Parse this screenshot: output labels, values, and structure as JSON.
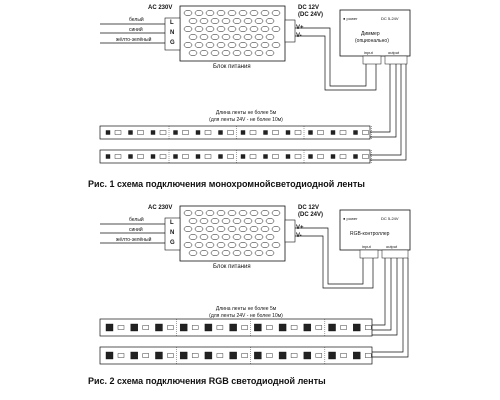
{
  "diagram1": {
    "ac_label": "AC 230V",
    "wire_labels": [
      "белый",
      "синий",
      "жёлто-зелёный"
    ],
    "terminal_labels": [
      "L",
      "N",
      "G"
    ],
    "dc_label_1": "DC 12V",
    "dc_label_2": "(DC 24V)",
    "output_labels": [
      "V+",
      "V-"
    ],
    "psu_label": "Блок питания",
    "controller_power": "power",
    "controller_range": "DC 5-24V",
    "controller_name_1": "Диммер",
    "controller_name_2": "(опционально)",
    "controller_input": "input",
    "controller_output": "output",
    "length_note_1": "Длина ленты не более 5м",
    "length_note_2": "(для ленты 24V - не более 10м)",
    "caption": "Рис. 1 схема подключения монохромнойсветодиодной ленты"
  },
  "diagram2": {
    "ac_label": "AC 230V",
    "wire_labels": [
      "белый",
      "синий",
      "жёлто-зелёный"
    ],
    "terminal_labels": [
      "L",
      "N",
      "G"
    ],
    "dc_label_1": "DC 12V",
    "dc_label_2": "(DC 24V)",
    "output_labels": [
      "V+",
      "V-"
    ],
    "psu_label": "Блок питания",
    "controller_power": "power",
    "controller_range": "DC 5-24V",
    "controller_name": "RGB-контроллер",
    "controller_input": "input",
    "controller_output": "output",
    "length_note_1": "Длина ленты не более 5м",
    "length_note_2": "(для ленты 24V - не более 10м)",
    "caption": "Рис. 2 схема подключения RGB светодиодной ленты"
  },
  "colors": {
    "wire": "#111111",
    "strip_fill": "#ffffff",
    "led_fill": "#222222"
  }
}
